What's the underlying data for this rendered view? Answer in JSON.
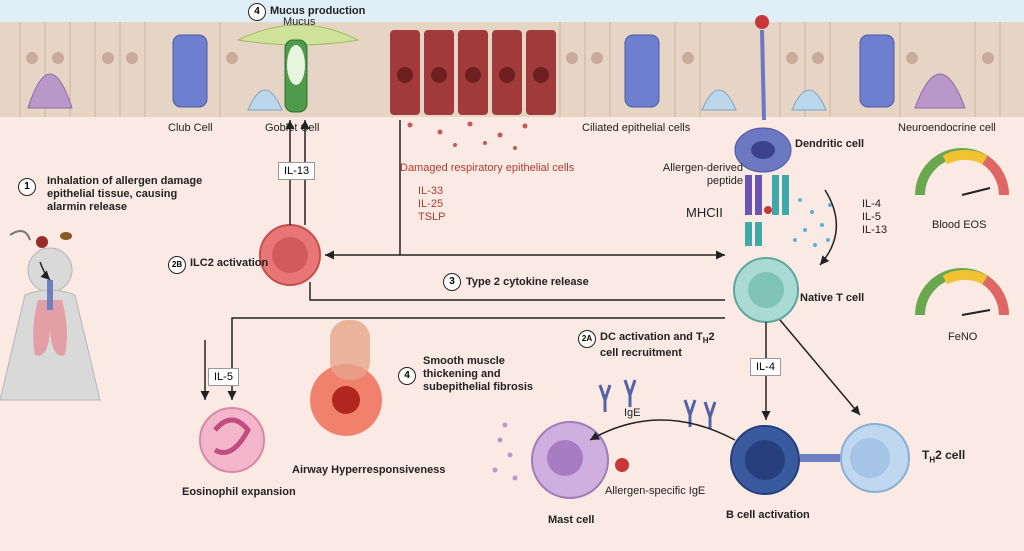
{
  "steps": {
    "s1": {
      "badge": "1",
      "text": "Inhalation of allergen damage epithelial tissue, causing alarmin release"
    },
    "s2a": {
      "badge": "2A",
      "text_before": "DC activation and T",
      "sub": "H",
      "text_after": "2 cell recruitment"
    },
    "s2b": {
      "badge": "2B",
      "text": "ILC2 activation"
    },
    "s3": {
      "badge": "3",
      "text": "Type 2 cytokine release"
    },
    "s4_mucus": {
      "badge": "4",
      "text": "Mucus production"
    },
    "s4_muscle": {
      "badge": "4",
      "text": "Smooth muscle thickening and subepithelial fibrosis"
    }
  },
  "epithelium": {
    "mucus": "Mucus",
    "club": "Club Cell",
    "goblet": "Goblet Cell",
    "ciliated": "Ciliated epithelial cells",
    "neuroendocrine": "Neuroendocrine cell",
    "damaged": "Damaged respiratory epithelial cells"
  },
  "alarmins": [
    "IL-33",
    "IL-25",
    "TSLP"
  ],
  "cytokines": {
    "il13_box": "IL-13",
    "il5_box": "IL-5",
    "il4_box": "IL-4",
    "dc_list": [
      "IL-4",
      "IL-5",
      "IL-13"
    ]
  },
  "cells": {
    "dendritic": "Dendritic cell",
    "peptide": "Allergen-derived peptide",
    "mhc": "MHCII",
    "native_t": "Native T cell",
    "th2_prefix": "T",
    "th2_sub": "H",
    "th2_suffix": "2 cell",
    "eosinophil": "Eosinophil expansion",
    "airway": "Airway Hyperresponsiveness",
    "mast": "Mast cell",
    "bcell": "B cell activation",
    "ige": "IgE",
    "ige_specific": "Allergen-specific IgE"
  },
  "gauges": {
    "blood_eos": "Blood EOS",
    "feno": "FeNO"
  },
  "colors": {
    "background": "#fbe9e3",
    "epithelium": "#e3d3c3",
    "damaged": "#a13a3a",
    "accent_red": "#b03a32"
  }
}
